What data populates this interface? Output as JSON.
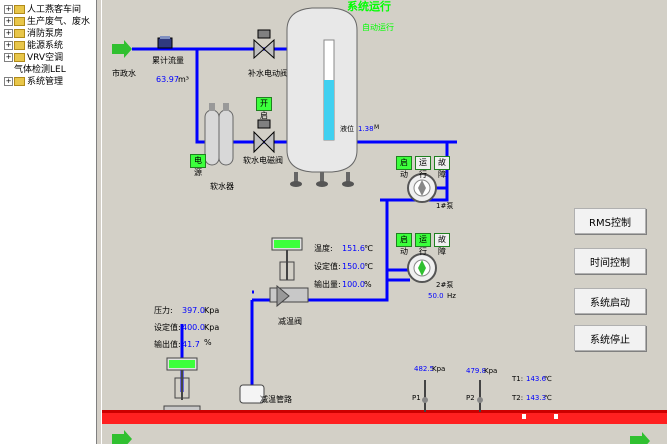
{
  "tree": {
    "items": [
      {
        "label": "人工燕客车间",
        "expander": "+",
        "has_folder": true
      },
      {
        "label": "生产废气、废水",
        "expander": "+",
        "has_folder": true
      },
      {
        "label": "消防泵房",
        "expander": "+",
        "has_folder": true
      },
      {
        "label": "能源系统",
        "expander": "+",
        "has_folder": true
      },
      {
        "label": "VRV空调",
        "expander": "+",
        "has_folder": true
      },
      {
        "label": "气体检测LEL",
        "expander": "",
        "has_folder": false
      },
      {
        "label": "系统管理",
        "expander": "+",
        "has_folder": true
      }
    ]
  },
  "status": {
    "line1": "系统运行",
    "line2": "自动运行"
  },
  "tap_water": "市政水",
  "flowmeter": {
    "label": "累计流量",
    "value": "63.97",
    "unit": "m³"
  },
  "makeup_valve": {
    "label": "补水电动阀"
  },
  "softener": {
    "label": "软水器",
    "btn": "电源"
  },
  "soft_valve": {
    "label": "软水电磁阀",
    "btn": "开启"
  },
  "tank": {
    "level_label": "液位",
    "level_value": "1.38",
    "level_unit": "M",
    "level_fraction": 0.6
  },
  "pump1": {
    "name": "1#泵",
    "buttons": [
      "启动",
      "运行",
      "故障"
    ]
  },
  "pump2": {
    "name": "2#泵",
    "buttons": [
      "启动",
      "运行",
      "故障"
    ],
    "freq_value": "50.0",
    "freq_unit": "Hz"
  },
  "temp_valve": {
    "label": "减温阀",
    "rows": [
      {
        "label": "温度:",
        "value": "151.6",
        "unit": "℃"
      },
      {
        "label": "设定值:",
        "value": "150.0",
        "unit": "℃"
      },
      {
        "label": "输出量:",
        "value": "100.0",
        "unit": "%"
      }
    ]
  },
  "pressure_valve": {
    "rows": [
      {
        "label": "压力:",
        "value": "397.0",
        "unit": "Kpa"
      },
      {
        "label": "设定值:",
        "value": "400.0",
        "unit": "Kpa"
      },
      {
        "label": "输出值:",
        "value": "41.7",
        "unit": "%"
      }
    ]
  },
  "desuperheater": {
    "label": "减温管路"
  },
  "p1": {
    "name": "P1",
    "value": "482.5",
    "unit": "Kpa"
  },
  "p2": {
    "name": "P2",
    "value": "479.8",
    "unit": "Kpa"
  },
  "t1": {
    "name": "T1:",
    "value": "143.6",
    "unit": "℃"
  },
  "t2": {
    "name": "T2:",
    "value": "143.3",
    "unit": "℃"
  },
  "buttons": {
    "rms": "RMS控制",
    "time": "时间控制",
    "start": "系统启动",
    "stop": "系统停止"
  },
  "colors": {
    "water_pipe": "#0000ff",
    "steam_pipe": "#ff0000",
    "on_green": "#3cff3c",
    "status_green": "#00ff00",
    "value_blue": "#0000ff"
  }
}
